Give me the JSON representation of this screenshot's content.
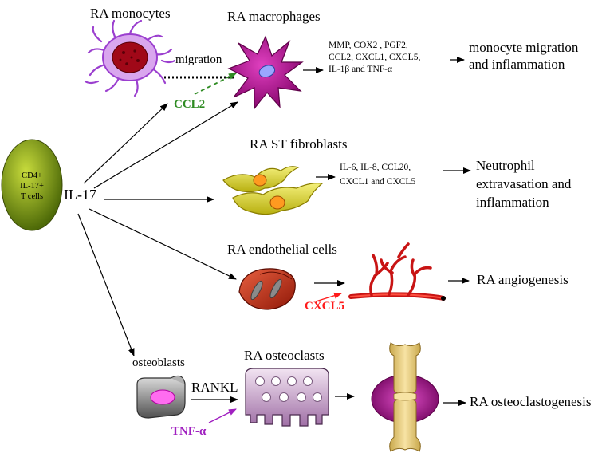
{
  "colors": {
    "tcell_fill": "#6e8a10",
    "ccl2": "#2e8b22",
    "cxcl5": "#ff1a1a",
    "tnf": "#a020c0",
    "macrophage": "#b0108a",
    "fibroblast": "#e8e020",
    "endothelial": "#c03018",
    "osteoclast": "#c9a8cc",
    "bone": "#e3c97a",
    "joint": "#b81a9a"
  },
  "tcell": {
    "label": "CD4+\nIL-17+\nT cells",
    "icon": "t-cell-ellipse"
  },
  "il17": "IL-17",
  "monocytes": {
    "title": "RA monocytes",
    "migration": "migration",
    "ccl2": "CCL2",
    "icon": "monocyte-cell"
  },
  "macrophages": {
    "title": "RA macrophages",
    "mediators": "MMP, COX2 , PGF2,\nCCL2, CXCL1, CXCL5,\nIL-1β and TNF-α",
    "outcome": "monocyte migration\nand inflammation",
    "icon": "macrophage-star"
  },
  "fibroblasts": {
    "title": "RA ST fibroblasts",
    "mediators": "IL-6, IL-8, CCL20,\nCXCL1 and CXCL5",
    "outcome": "Neutrophil\nextravasation and\ninflammation",
    "icon": "fibroblast-cells"
  },
  "endothelial": {
    "title": "RA endothelial cells",
    "cxcl5": "CXCL5",
    "outcome": "RA angiogenesis",
    "icon": "endothelial-cells"
  },
  "osteo": {
    "osteoblasts": "osteoblasts",
    "rankl": "RANKL",
    "tnf": "TNF-α",
    "osteoclasts": "RA osteoclasts",
    "outcome": "RA osteoclastogenesis",
    "icons": [
      "osteoblast-cell",
      "osteoclast-cell",
      "joint-bone"
    ]
  }
}
